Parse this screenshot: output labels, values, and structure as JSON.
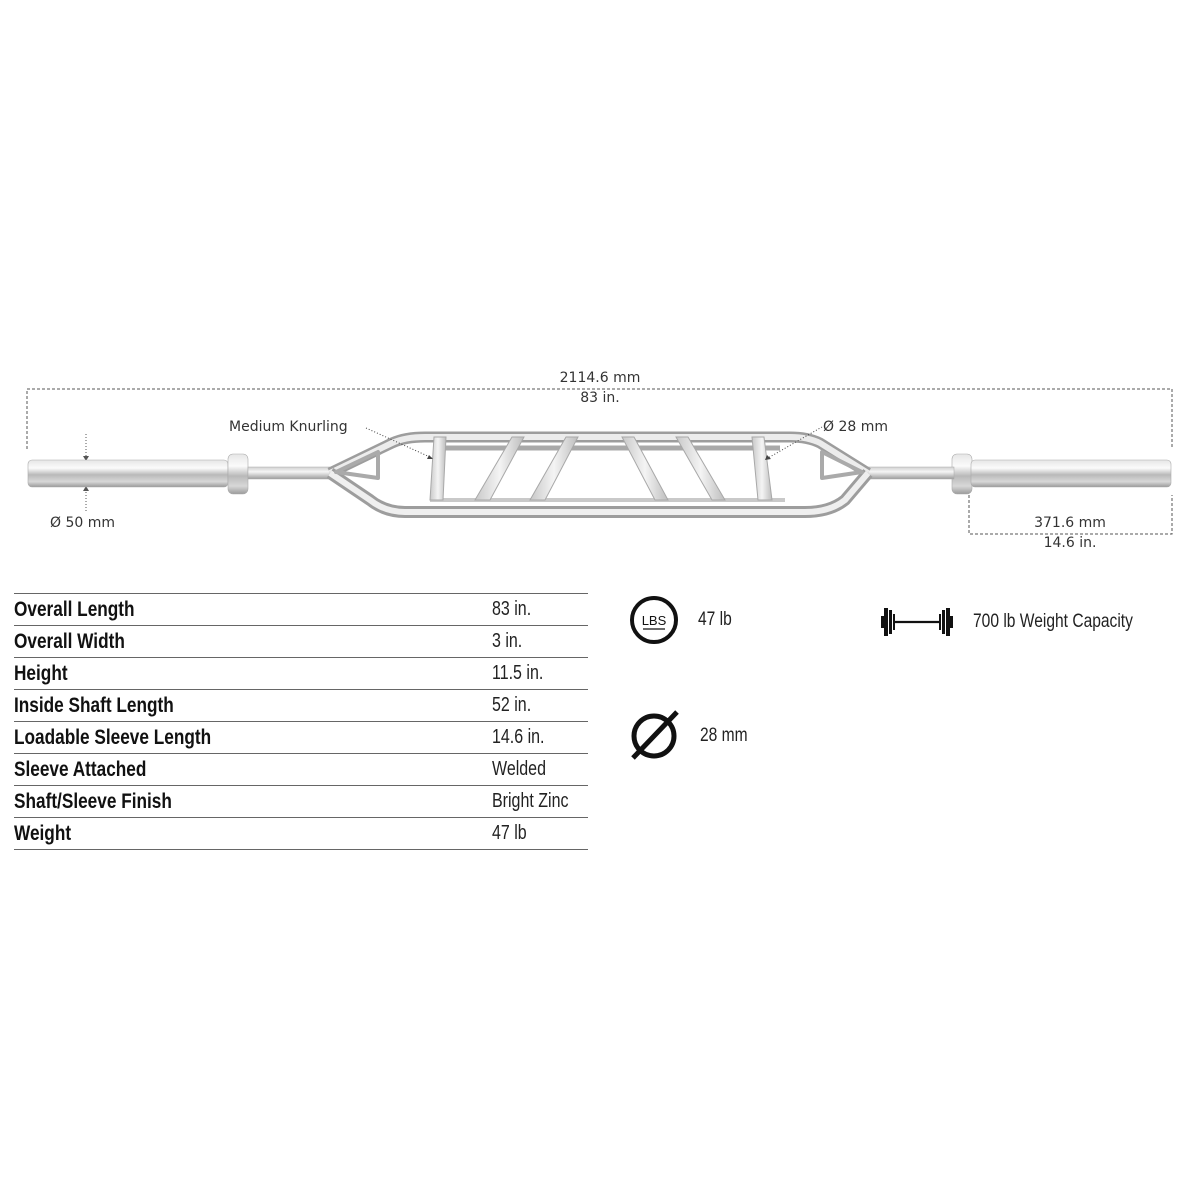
{
  "diagram": {
    "title": "Multi-grip swiss bar dimension diagram",
    "overall_length": {
      "mm": "2114.6 mm",
      "in": "83 in."
    },
    "sleeve_length": {
      "mm": "371.6 mm",
      "in": "14.6 in."
    },
    "sleeve_diameter": "Ø 50 mm",
    "handle_diameter": "Ø 28 mm",
    "knurling_label": "Medium Knurling"
  },
  "specs": [
    {
      "label": "Overall Length",
      "value": "83 in."
    },
    {
      "label": "Overall Width",
      "value": "3 in."
    },
    {
      "label": "Height",
      "value": "11.5 in."
    },
    {
      "label": "Inside Shaft Length",
      "value": "52 in."
    },
    {
      "label": "Loadable Sleeve Length",
      "value": "14.6 in."
    },
    {
      "label": "Sleeve Attached",
      "value": "Welded"
    },
    {
      "label": "Shaft/Sleeve Finish",
      "value": "Bright Zinc"
    },
    {
      "label": "Weight",
      "value": "47 lb"
    }
  ],
  "features": {
    "weight": {
      "icon": "lbs-icon",
      "icon_text": "LBS",
      "text": "47 lb"
    },
    "capacity": {
      "icon": "barbell-icon",
      "text": "700 lb Weight Capacity"
    },
    "diameter": {
      "icon": "diameter-icon",
      "text": "28 mm"
    }
  }
}
